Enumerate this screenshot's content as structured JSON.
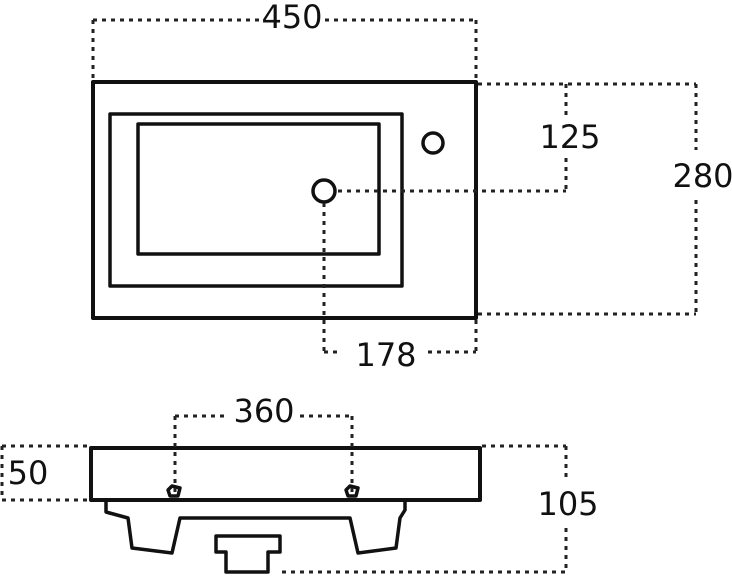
{
  "drawing": {
    "top_view": {
      "overall_width": "450",
      "overall_depth": "280",
      "tap_hole_offset": "125",
      "waste_offset": "178"
    },
    "side_view": {
      "waste_spacing": "360",
      "rim_height": "50",
      "total_height": "105"
    }
  }
}
